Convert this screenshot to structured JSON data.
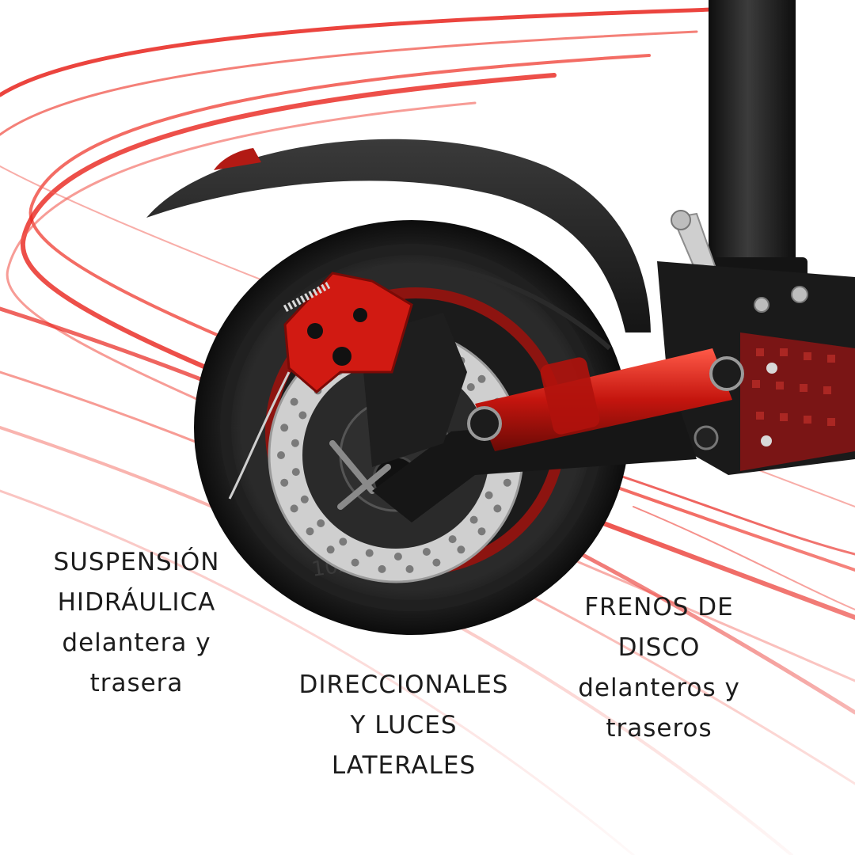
{
  "colors": {
    "accent_red": "#e8231c",
    "dark_red": "#8a1a1a",
    "tire_black": "#161616",
    "metal": "#c9c9c9",
    "text": "#1c1c1c"
  },
  "captions": {
    "suspension": [
      "SUSPENSIÓN",
      "HIDRÁULICA",
      "delantera y",
      "trasera"
    ],
    "direccionales": [
      "DIRECCIONALES",
      "Y LUCES",
      "LATERALES"
    ],
    "frenos": [
      "FRENOS DE",
      "DISCO",
      "delanteros y",
      "traseros"
    ]
  },
  "tire_marking": "10x2.50"
}
